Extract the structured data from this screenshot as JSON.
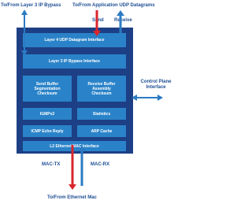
{
  "labels": {
    "to_from_layer3": "To/From Layer 3 IP Bypass",
    "to_from_app_udp": "To/From Application UDP Datagrams",
    "send": "Send",
    "receive": "Receive",
    "control_plane_interface_line1": "Control Plane",
    "control_plane_interface_line2": "Interface",
    "mac_tx": "MAC-TX",
    "mac_rx": "MAC-RX",
    "to_from_ethernet_mac": "To/From Ethernet Mac"
  },
  "blocks": {
    "layer4_udp": "Layer 4 UDP Datagram Interface",
    "layer3_ip_bypass": "Layer 3 IP Bypass Interface",
    "send_buffer_line1": "Send Buffer",
    "send_buffer_line2": "Segmentation",
    "send_buffer_line3": "Checksum",
    "receive_buffer_line1": "Receive Buffer",
    "receive_buffer_line2": "Assembly",
    "receive_buffer_line3": "Checksum",
    "igmpv2": "IGMPv2",
    "statistics": "Statistics",
    "icmp_echo_reply": "ICMP Echo Reply",
    "arp_cache": "ARP Cache",
    "l2_ethernet_mac": "L2 Ethernet MAC Interface"
  },
  "colors": {
    "core_background": "#1d3f85",
    "block": "#2a83c9",
    "text_label": "#1d4e93",
    "arrow_red": "#d8262c",
    "arrow_blue": "#2b7bc4"
  }
}
